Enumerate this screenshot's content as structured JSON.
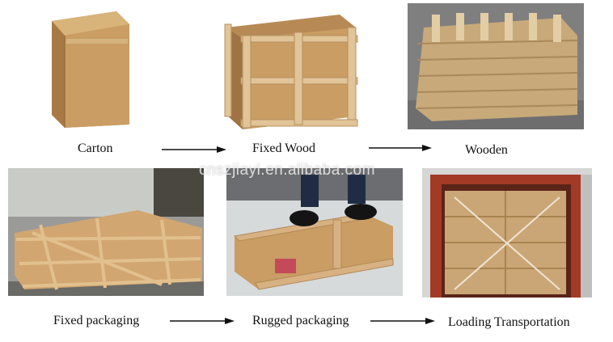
{
  "steps_row1": [
    {
      "label": "Carton"
    },
    {
      "label": "Fixed Wood"
    },
    {
      "label": "Wooden"
    }
  ],
  "steps_row2": [
    {
      "label": "Fixed packaging"
    },
    {
      "label": "Rugged packaging"
    },
    {
      "label": "Loading Transportation"
    }
  ],
  "watermark": "cnszjiayi.en.alibaba.com",
  "colors": {
    "cardboard": "#c99d63",
    "wood": "#d9b98a",
    "container": "#a23a26"
  }
}
